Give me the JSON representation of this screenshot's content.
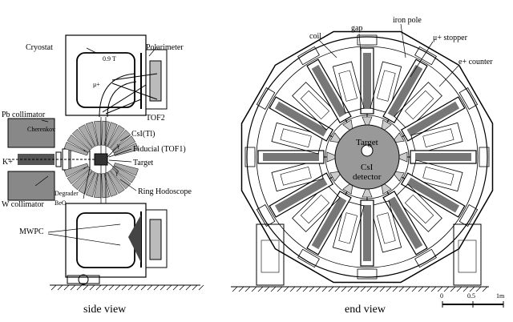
{
  "side_view": {
    "caption": "side view",
    "labels": {
      "cryostat": "Cryostat",
      "polarimeter": "Polarimeter",
      "field": "0.9 T",
      "muon": "μ+",
      "tof2": "TOF2",
      "pb_collimator": "Pb collimator",
      "cherenkov": "Cherenkov",
      "csi_tl": "CsI(Tl)",
      "gamma": "γ",
      "kaon": "K+",
      "fiducial": "Fiducial (TOF1)",
      "target": "Target",
      "ring_hodoscope": "Ring Hodoscope",
      "w_collimator": "W collimator",
      "degrader": "Degrader",
      "beo": "BeO",
      "mwpc": "MWPC"
    }
  },
  "end_view": {
    "caption": "end view",
    "labels": {
      "coil": "coil",
      "gap": "gap",
      "iron_pole": "iron pole",
      "mu_stopper": "μ+ stopper",
      "e_counter": "e+ counter",
      "target": "Target",
      "csi": "CsI",
      "detector": "detector"
    },
    "sector_count": 12
  },
  "scale_bar": {
    "ticks": [
      "0",
      "0.5",
      "1m"
    ]
  }
}
